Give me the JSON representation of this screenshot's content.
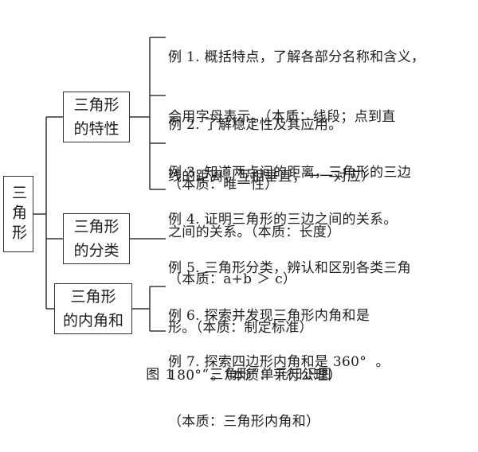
{
  "root": {
    "label": "三角形"
  },
  "categories": [
    {
      "label_line1": "三角形",
      "label_line2": "的特性",
      "examples": [
        {
          "lines": [
            "例 1. 概括特点，了解各部分名称和含义，",
            "会用字母表示。（本质：线段；点到直",
            "线的距离；互相垂直；一一对应）"
          ]
        },
        {
          "lines": [
            "例 2. 了解稳定性及其应用。",
            "（本质：唯一性）"
          ]
        },
        {
          "lines": [
            "例 3. 知道两点间的距离，三角形的三边",
            "之间的关系。（本质：长度）"
          ]
        },
        {
          "lines": [
            "例 4. 证明三角形的三边之间的关系。",
            "（本质：a+b ＞ c）"
          ]
        }
      ]
    },
    {
      "label_line1": "三角形",
      "label_line2": "的分类",
      "examples": [
        {
          "lines": [
            "例 5. 三角形分类，辨认和区别各类三角",
            "形。（本质：制定标准）"
          ]
        }
      ]
    },
    {
      "label_line1": "三角形",
      "label_line2": "的内角和",
      "examples": [
        {
          "lines": [
            "例 6. 探索并发现三角形内角和是",
            "180°  。（本质：平行公理）"
          ]
        },
        {
          "lines": [
            "例 7. 探索四边形内角和是 360°  。",
            "（本质：三角形内角和）"
          ]
        }
      ]
    }
  ],
  "caption": {
    "number": "图 1",
    "title": "“三角形”单元知识图"
  }
}
